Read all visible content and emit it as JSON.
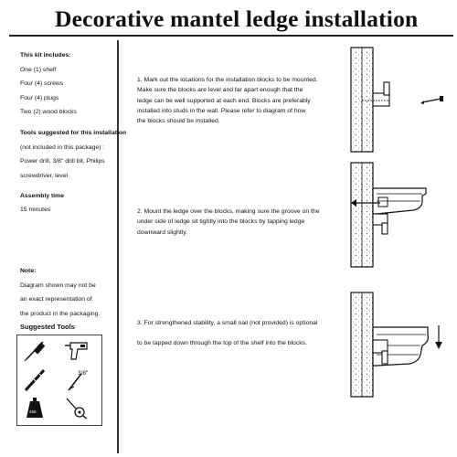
{
  "title": "Decorative mantel ledge installation",
  "kit": {
    "heading": "This kit includes:",
    "items": [
      "One (1) shelf",
      "Four (4) screws",
      "Four (4) plugs",
      "Two (2) wood blocks"
    ]
  },
  "tools": {
    "heading": "Tools suggested for this installation",
    "lines": [
      "(not included in this package) :",
      "Power drill,  3/8\" drill bit,  Philips",
      "screwdriver,  level"
    ]
  },
  "assembly": {
    "heading": "Assembly time",
    "value": "15 minutes"
  },
  "note": {
    "heading": "Note:",
    "lines": [
      "Diagram shown may not be",
      "an exact representation of",
      "the product in the packaging."
    ]
  },
  "suggested_tools": {
    "heading": "Suggested Tools",
    "drill_bit_label": "3/8\"",
    "level_label": "456",
    "icons": [
      "screwdriver-icon",
      "power-drill-icon",
      "drill-bit-icon",
      "drill-bit-size-icon",
      "level-icon",
      "tape-measure-icon"
    ]
  },
  "steps": [
    {
      "lines": [
        "1.  Mark out the locations for the installation blocks to be mounted.",
        "Make sure the blocks are level and far apart enough that the",
        "ledge can be well supported at each end.  Blocks are preferably",
        "installed into studs in the wall.  Please refer to diagram of how",
        "the blocks should be installed."
      ]
    },
    {
      "lines": [
        "2.  Mount the ledge over the blocks,  making sure the groove on the",
        "under side of ledge sit tightly into the blocks by tapping ledge",
        "downward slightly."
      ]
    },
    {
      "lines": [
        "3.  For strengthened stability,  a small nail (not provided) is optional",
        "",
        "to be tapped down through the top of the shelf into the blocks."
      ]
    }
  ]
}
